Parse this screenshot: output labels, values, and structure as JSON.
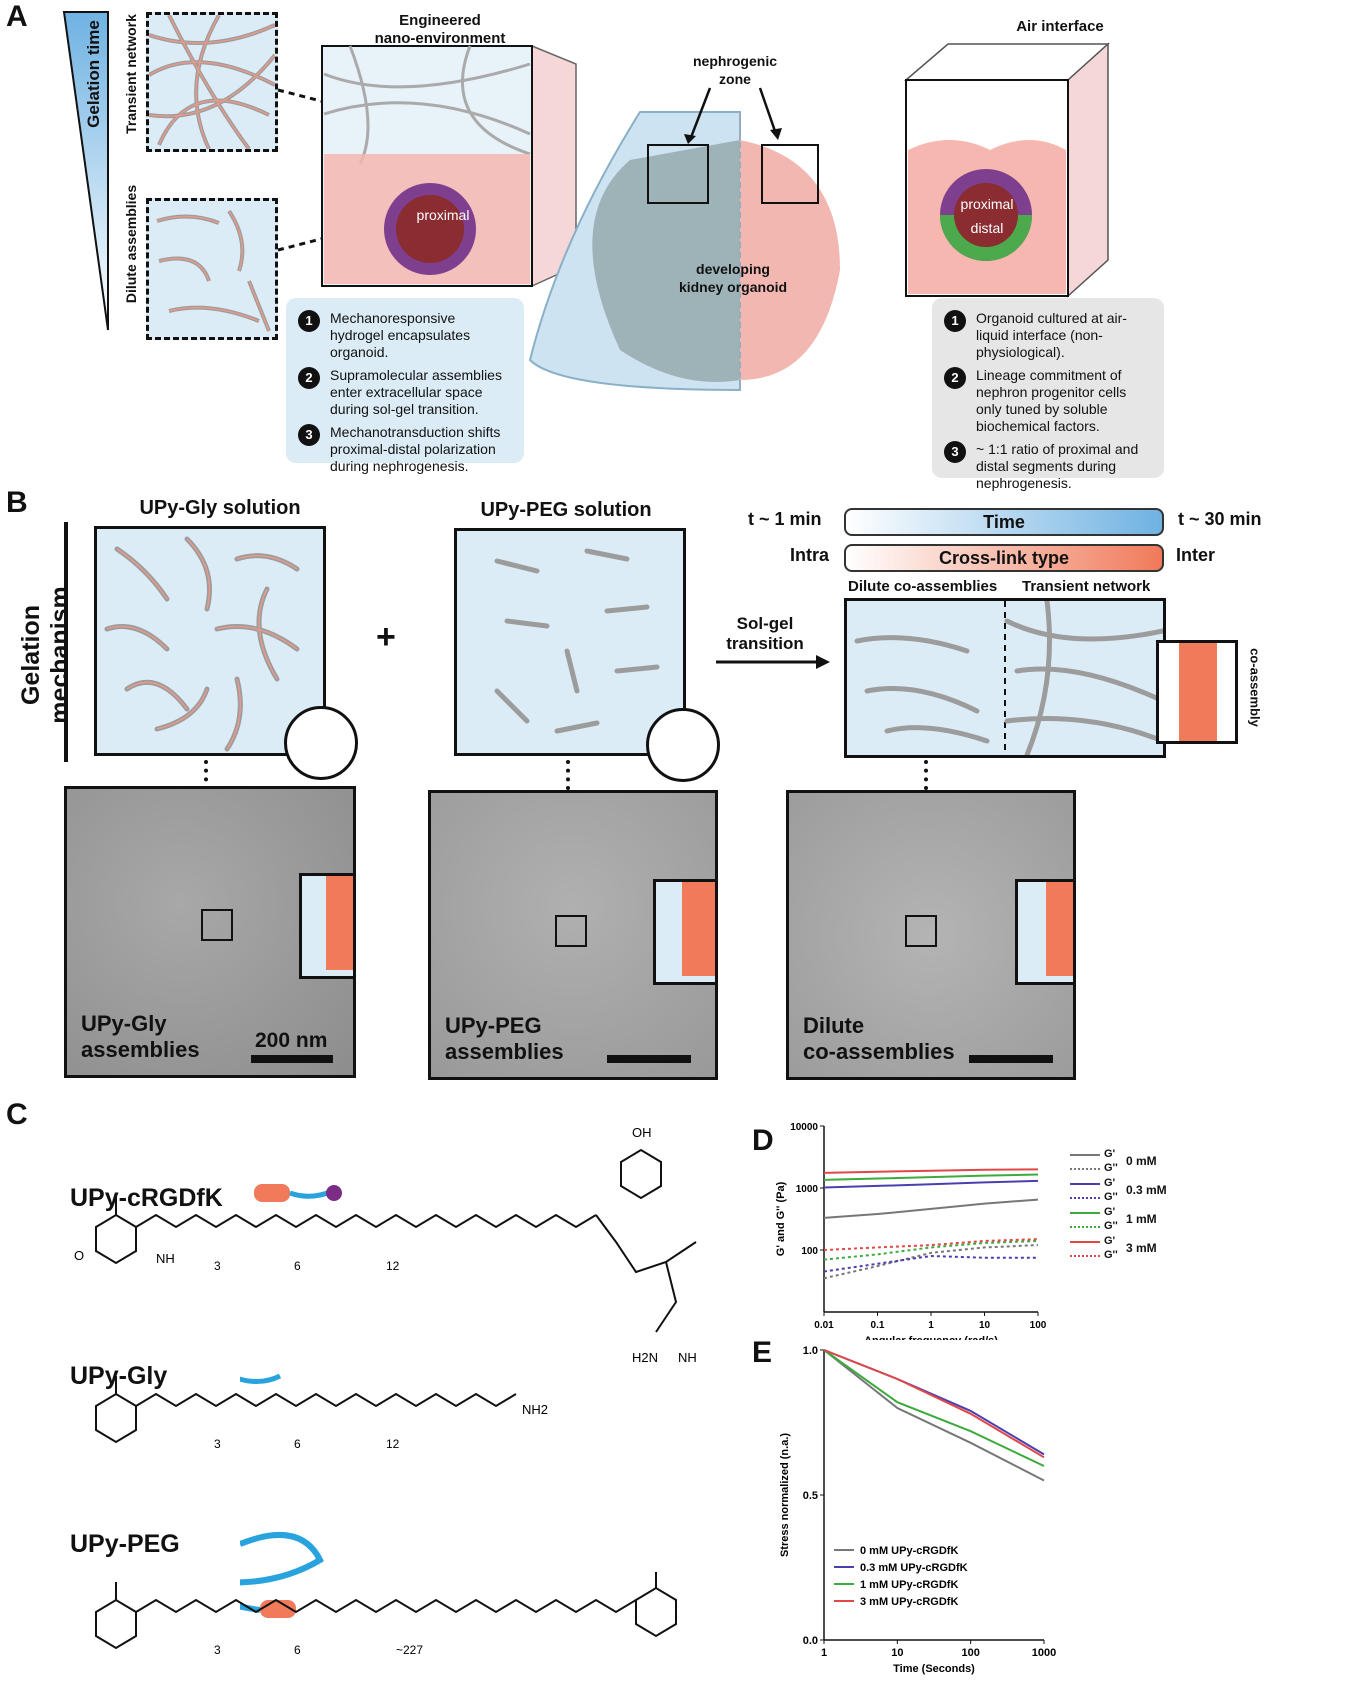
{
  "panel_a": {
    "letter": "A",
    "gelation_time": "Gelation time",
    "transient_network": "Transient network",
    "dilute_assemblies": "Dilute assemblies",
    "engineered_title": "Engineered\nnano-environment",
    "air_title": "Air interface",
    "nephrogenic_zone": "nephrogenic\nzone",
    "developing": "developing\nkidney organoid",
    "proximal_left": "proximal",
    "proximal_right": "proximal",
    "distal_right": "distal",
    "left_points": [
      {
        "n": "1",
        "text": "Mechanoresponsive hydrogel encapsulates organoid."
      },
      {
        "n": "2",
        "text": "Supramolecular assemblies enter extracellular space during sol-gel transition."
      },
      {
        "n": "3",
        "text": "Mechanotransduction shifts proximal-distal polarization during nephrogenesis."
      }
    ],
    "right_points": [
      {
        "n": "1",
        "text": "Organoid cultured at air-liquid interface (non-physiological)."
      },
      {
        "n": "2",
        "text": "Lineage commitment of nephron progenitor cells only tuned by soluble biochemical factors."
      },
      {
        "n": "3",
        "text": "~ 1:1 ratio of proximal and distal segments during nephrogenesis."
      }
    ]
  },
  "panel_b": {
    "letter": "B",
    "gelation_mechanism": "Gelation mechanism",
    "upy_gly_solution": "UPy-Gly solution",
    "upy_peg_solution": "UPy-PEG solution",
    "plus": "+",
    "sol_gel": "Sol-gel\ntransition",
    "t1": "t ~ 1 min",
    "t30": "t ~ 30 min",
    "time": "Time",
    "intra": "Intra",
    "inter": "Inter",
    "crosslink": "Cross-link type",
    "dilute_co": "Dilute co-assemblies",
    "transient": "Transient network",
    "co_assembly": "co-assembly",
    "cryo1": "UPy-Gly\nassemblies",
    "cryo2": "UPy-PEG\nassemblies",
    "cryo3": "Dilute\nco-assemblies",
    "scale": "200 nm"
  },
  "panel_c": {
    "letter": "C",
    "m1": "UPy-cRGDfK",
    "m2": "UPy-Gly",
    "m3": "UPy-PEG",
    "sub3": "3",
    "sub6": "6",
    "sub12": "12",
    "sub227": "~227",
    "oh": "OH",
    "nh2": "NH2",
    "h2n": "H2N",
    "nh": "NH"
  },
  "panel_d": {
    "letter": "D",
    "ylabel": "G' and G'' (Pa)",
    "xlabel": "Angular frequency (rad/s)",
    "legend": [
      {
        "label": "0 mM",
        "color": "#777777"
      },
      {
        "label": "0.3 mM",
        "color": "#4b3fb0"
      },
      {
        "label": "1 mM",
        "color": "#3caa3c"
      },
      {
        "label": "3 mM",
        "color": "#e04848"
      }
    ],
    "gp": "G'",
    "gpp": "G''"
  },
  "panel_e": {
    "letter": "E",
    "ylabel": "Stress normalized (n.a.)",
    "xlabel": "Time (Seconds)",
    "legend": [
      {
        "label": "0 mM UPy-cRGDfK",
        "color": "#777777"
      },
      {
        "label": "0.3 mM UPy-cRGDfK",
        "color": "#4b3fb0"
      },
      {
        "label": "1 mM UPy-cRGDfK",
        "color": "#3caa3c"
      },
      {
        "label": "3 mM UPy-cRGDfK",
        "color": "#e04848"
      }
    ]
  },
  "chart_data": [
    {
      "type": "line",
      "xlabel": "Angular frequency (rad/s)",
      "ylabel": "G' and G'' (Pa)",
      "xscale": "log",
      "yscale": "log",
      "xlim": [
        0.01,
        100
      ],
      "ylim": [
        10,
        10000
      ],
      "x": [
        0.01,
        0.1,
        1,
        10,
        100
      ],
      "series": [
        {
          "name": "G' 0 mM",
          "values": [
            330,
            380,
            460,
            560,
            650
          ]
        },
        {
          "name": "G'' 0 mM",
          "values": [
            35,
            55,
            90,
            110,
            120
          ]
        },
        {
          "name": "G' 0.3 mM",
          "values": [
            1020,
            1080,
            1150,
            1230,
            1300
          ]
        },
        {
          "name": "G'' 0.3 mM",
          "values": [
            45,
            60,
            80,
            75,
            75
          ]
        },
        {
          "name": "G' 1 mM",
          "values": [
            1350,
            1420,
            1500,
            1580,
            1650
          ]
        },
        {
          "name": "G'' 1 mM",
          "values": [
            70,
            85,
            110,
            130,
            140
          ]
        },
        {
          "name": "G' 3 mM",
          "values": [
            1750,
            1830,
            1900,
            1970,
            2000
          ]
        },
        {
          "name": "G'' 3 mM",
          "values": [
            100,
            110,
            120,
            140,
            150
          ]
        }
      ]
    },
    {
      "type": "line",
      "xlabel": "Time (Seconds)",
      "ylabel": "Stress normalized (n.a.)",
      "xscale": "log",
      "xlim": [
        1,
        1000
      ],
      "ylim": [
        0.0,
        1.0
      ],
      "x": [
        1,
        10,
        100,
        1000
      ],
      "series": [
        {
          "name": "0 mM UPy-cRGDfK",
          "values": [
            1.0,
            0.8,
            0.68,
            0.55
          ]
        },
        {
          "name": "0.3 mM UPy-cRGDfK",
          "values": [
            1.0,
            0.9,
            0.79,
            0.64
          ]
        },
        {
          "name": "1 mM UPy-cRGDfK",
          "values": [
            1.0,
            0.82,
            0.72,
            0.6
          ]
        },
        {
          "name": "3 mM UPy-cRGDfK",
          "values": [
            1.0,
            0.9,
            0.78,
            0.63
          ]
        }
      ]
    }
  ]
}
